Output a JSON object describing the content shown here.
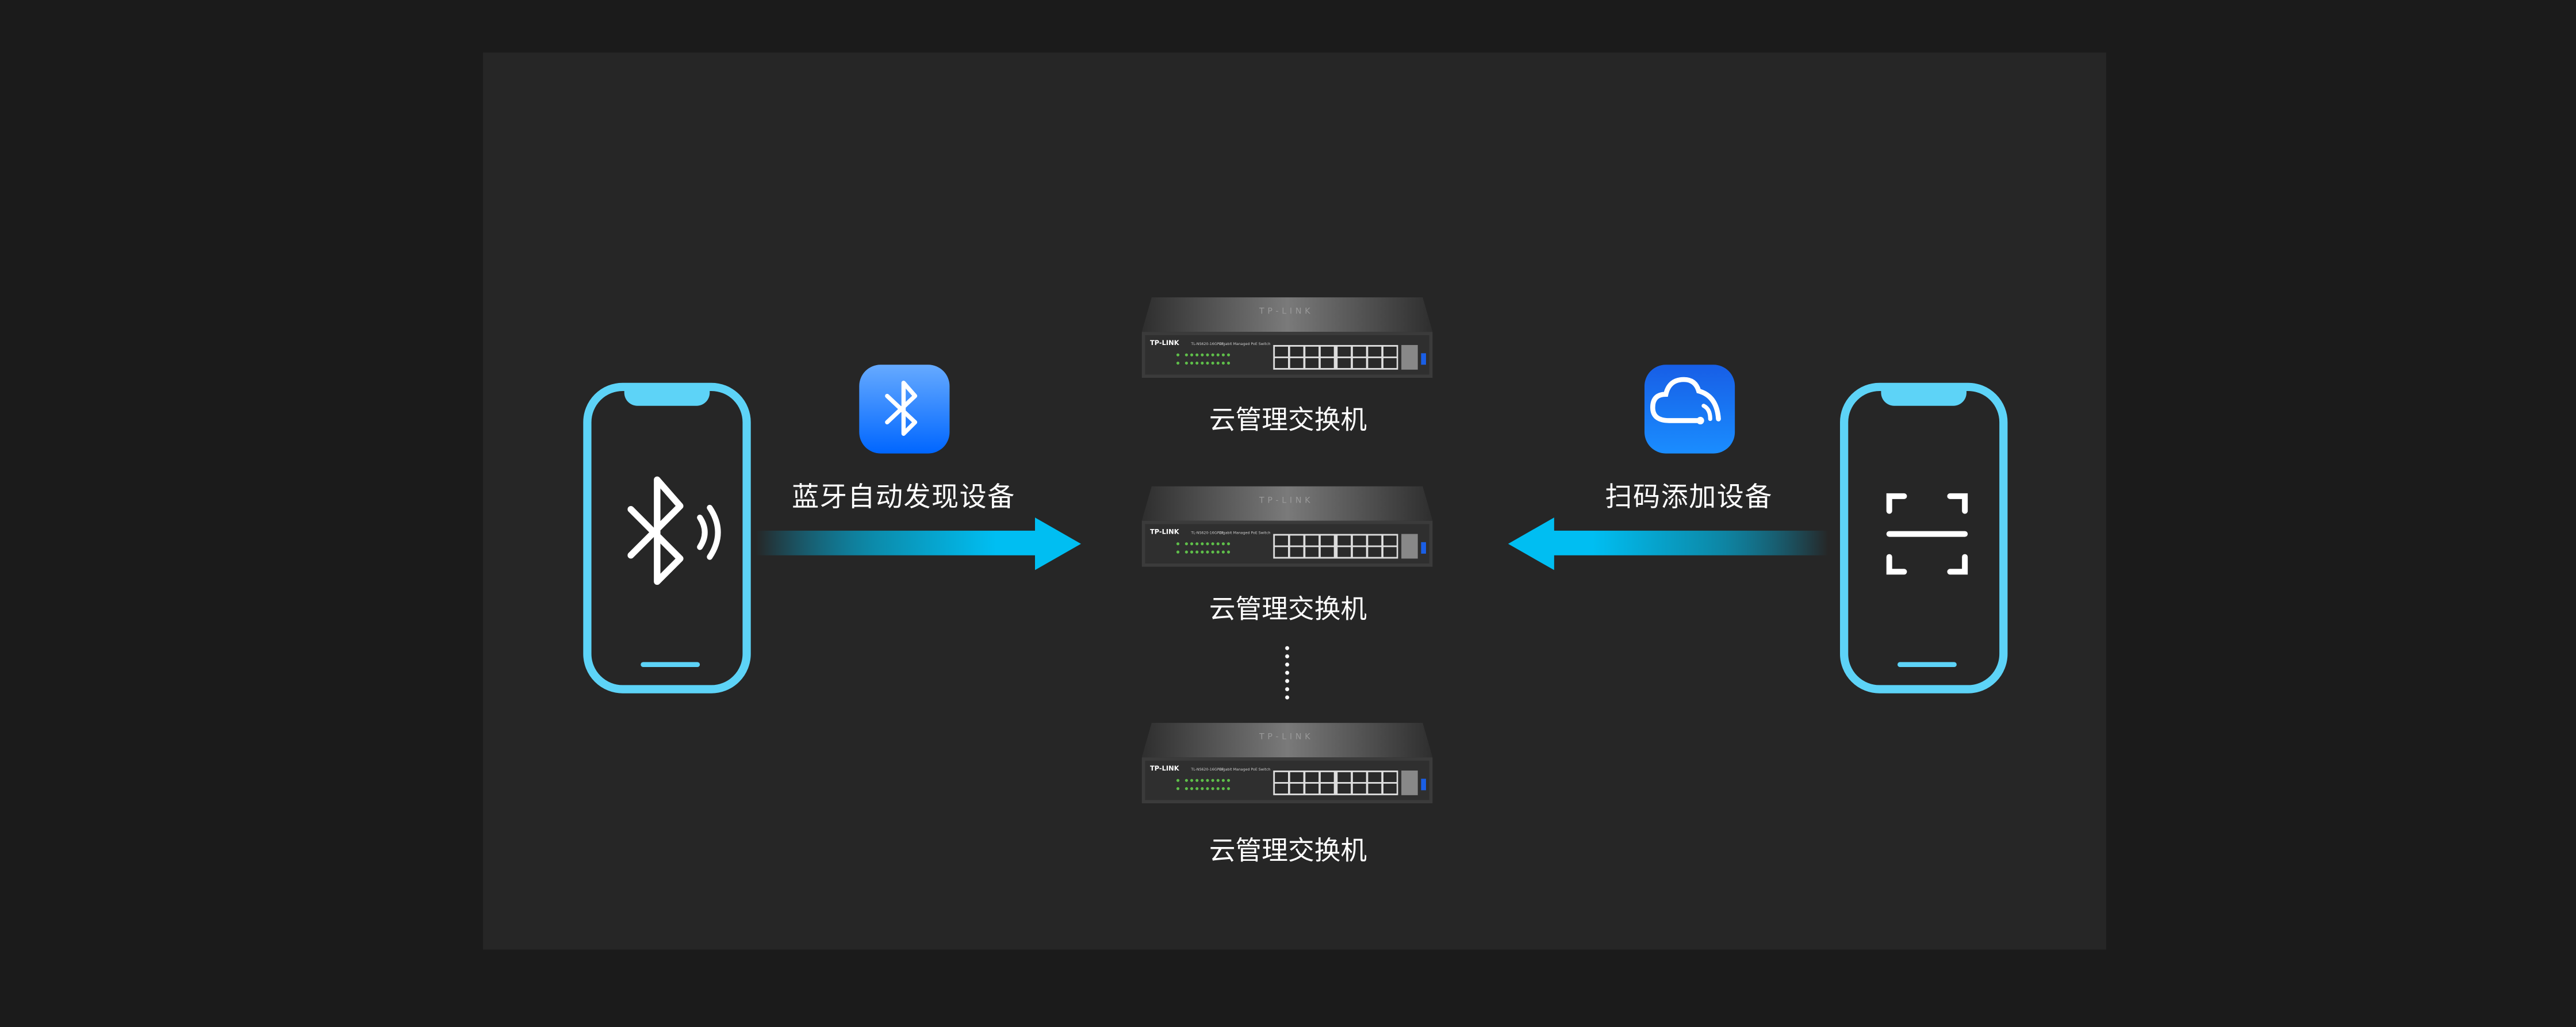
{
  "left_flow": {
    "method_label": "蓝牙自动发现设备",
    "tile_icon": "bluetooth-icon",
    "phone_icon": "bluetooth-signal-icon",
    "arrow_direction": "right"
  },
  "right_flow": {
    "method_label": "扫码添加设备",
    "tile_icon": "cloud-wifi-icon",
    "phone_icon": "qr-scan-icon",
    "arrow_direction": "left"
  },
  "switches": [
    {
      "label": "云管理交换机",
      "brand": "TP-LINK",
      "model": "TL-NS620-16GP2F",
      "desc": "Gigabit Managed PoE Switch"
    },
    {
      "label": "云管理交换机",
      "brand": "TP-LINK",
      "model": "TL-NS620-16GP2F",
      "desc": "Gigabit Managed PoE Switch"
    },
    {
      "label": "云管理交换机",
      "brand": "TP-LINK",
      "model": "TL-NS620-16GP2F",
      "desc": "Gigabit Managed PoE Switch"
    }
  ],
  "colors": {
    "background": "#1b1b1b",
    "panel": "#262626",
    "phone_outline": "#5dd3f7",
    "arrow": "#00bef2",
    "bluetooth_tile_top": "#66aaff",
    "bluetooth_tile_bottom": "#0066ff",
    "cloud_tile_top": "#175ee6",
    "cloud_tile_bottom": "#1a8dff"
  }
}
